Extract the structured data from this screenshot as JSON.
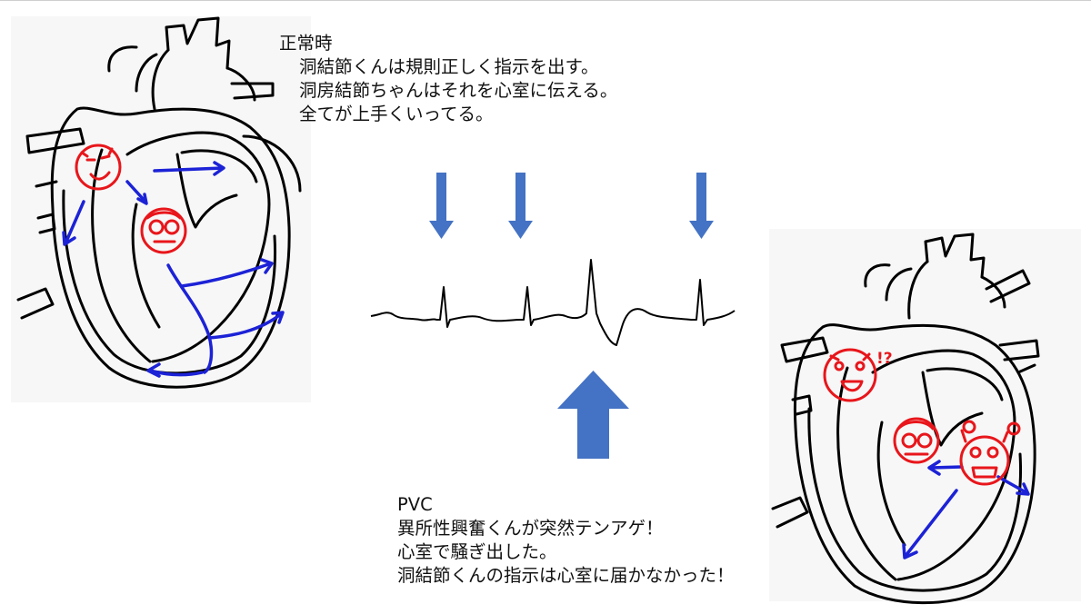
{
  "normal_note": {
    "heading": "正常時",
    "lines": [
      "洞結節くんは規則正しく指示を出す。",
      "洞房結節ちゃんはそれを心室に伝える。",
      "全てが上手くいってる。"
    ]
  },
  "pvc_note": {
    "heading": "PVC",
    "lines": [
      "異所性興奮くんが突然テンアゲ！",
      "心室で騒ぎ出した。",
      "洞結節くんの指示は心室に届かなかった！"
    ]
  },
  "pvc_face_exclaim": "!?",
  "colors": {
    "arrow": "#4472c4",
    "face": "#e8161b",
    "conduction": "#1c22d6",
    "outline": "#000000",
    "panel": "#f7f7f7"
  }
}
